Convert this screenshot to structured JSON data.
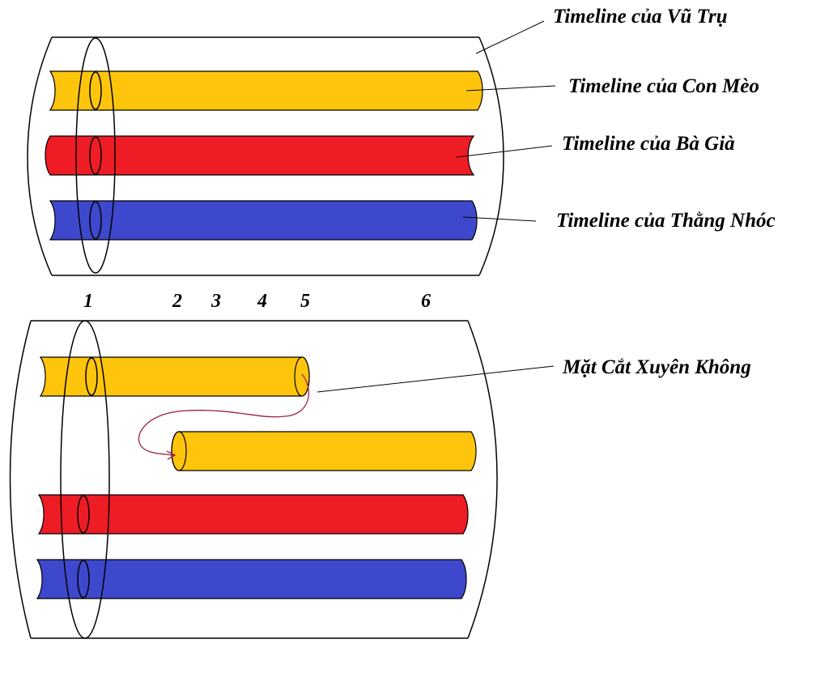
{
  "labels": {
    "universe": "Timeline của Vũ Trụ",
    "cat": "Timeline của Con Mèo",
    "old_woman": "Timeline của Bà Già",
    "kid": "Timeline của Thằng Nhóc",
    "cross_section": "Mặt Cắt Xuyên Không"
  },
  "markers": [
    "1",
    "2",
    "3",
    "4",
    "5",
    "6"
  ],
  "colors": {
    "cat": "#fec50c",
    "old_woman": "#ee1c25",
    "kid": "#3e48cc",
    "outline": "#000000",
    "travel_path": "#9b2040"
  }
}
